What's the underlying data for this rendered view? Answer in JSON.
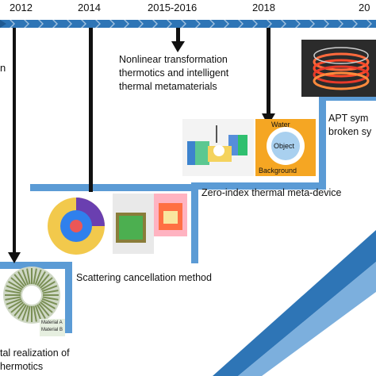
{
  "timeline": {
    "years": [
      "2012",
      "2014",
      "2015-2016",
      "2018",
      "20"
    ],
    "partial_left_text": "n"
  },
  "milestones": {
    "nonlinear": {
      "line1": "Nonlinear transformation",
      "line2": "thermotics and intelligent",
      "line3": "thermal metamaterials"
    },
    "apt": {
      "line1": "APT sym",
      "line2": "broken sy"
    },
    "zero_index": {
      "label": "Zero-index thermal meta-device"
    },
    "scattering": {
      "label": "Scattering cancellation method"
    },
    "experimental": {
      "line1": "tal realization of",
      "line2": "hermotics"
    }
  },
  "figure_labels": {
    "water": "Water",
    "object": "Object",
    "background": "Background",
    "material_a": "Material A",
    "material_b": "Material B"
  },
  "colors": {
    "timeline_blue": "#2e75b6",
    "stair_blue": "#5b9bd5",
    "arrow_black": "#111111",
    "meta_device_orange": "#f5a623"
  }
}
